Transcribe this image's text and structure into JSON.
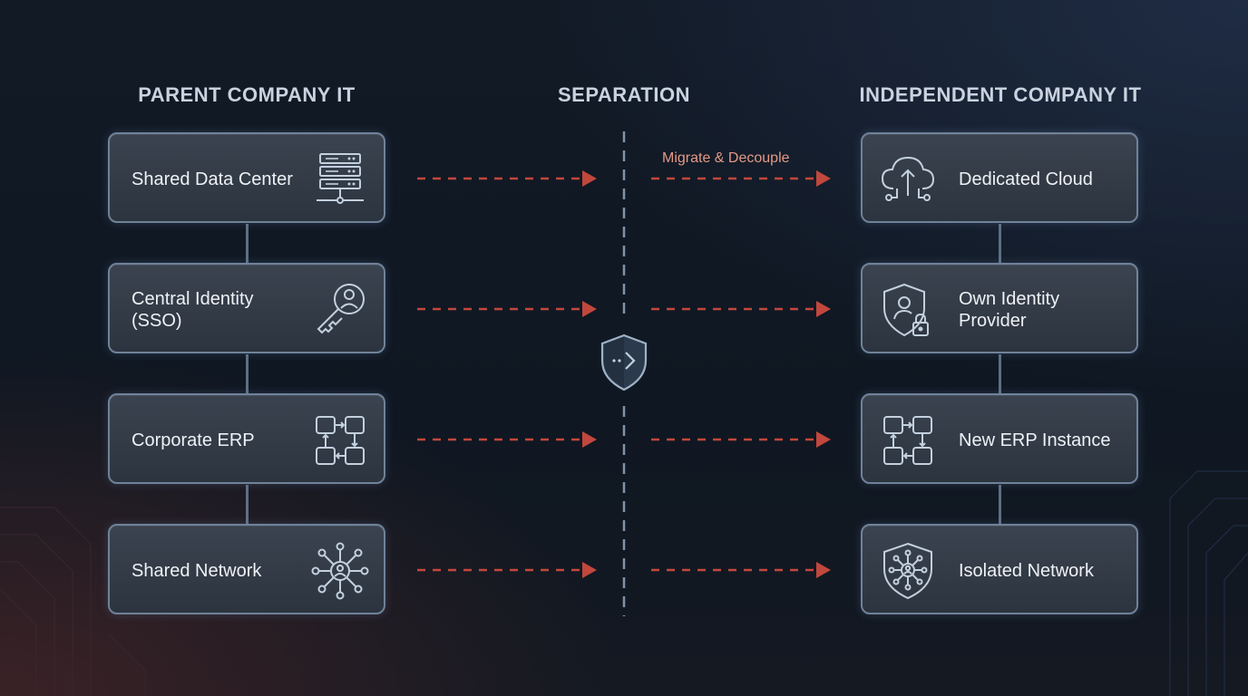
{
  "headings": {
    "left": "PARENT COMPANY IT",
    "middle": "SEPARATION",
    "right": "INDEPENDENT COMPANY IT"
  },
  "annotation": "Migrate & Decouple",
  "left_cards": [
    {
      "label": "Shared Data Center",
      "icon": "server-rack-icon"
    },
    {
      "label": "Central Identity (SSO)",
      "icon": "key-user-icon"
    },
    {
      "label": "Corporate ERP",
      "icon": "workflow-blocks-icon"
    },
    {
      "label": "Shared Network",
      "icon": "network-hub-icon"
    }
  ],
  "right_cards": [
    {
      "label": "Dedicated Cloud",
      "icon": "cloud-upload-icon"
    },
    {
      "label": "Own Identity Provider",
      "icon": "shield-user-lock-icon"
    },
    {
      "label": "New ERP Instance",
      "icon": "workflow-blocks-icon"
    },
    {
      "label": "Isolated Network",
      "icon": "shield-network-icon"
    }
  ],
  "center_icon": "shield-arrow-icon",
  "colors": {
    "arrow": "#c2473c",
    "divider": "#7f93a8",
    "card_border": "#6f8299",
    "annotation": "#e39a86"
  }
}
